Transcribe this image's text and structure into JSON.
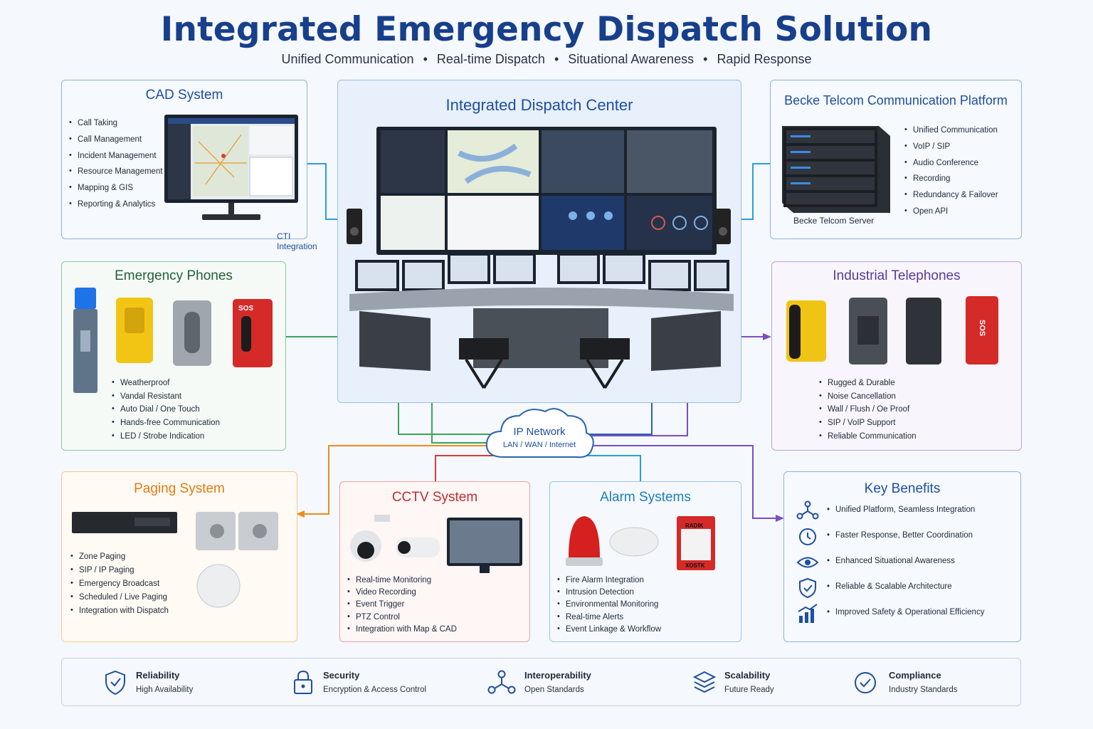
{
  "header": {
    "title": "Integrated Emergency Dispatch Solution",
    "subtitle": [
      "Unified Communication",
      "Real-time Dispatch",
      "Situational Awareness",
      "Rapid Response"
    ],
    "separator": "•"
  },
  "cad": {
    "title": "CAD System",
    "items": [
      "Call Taking",
      "Call Management",
      "Incident Management",
      "Resource Management",
      "Mapping & GIS",
      "Reporting & Analytics"
    ],
    "link_label": "CTI Integration"
  },
  "center": {
    "title": "Integrated Dispatch Center"
  },
  "becke": {
    "title": "Becke Telcom Communication Platform",
    "server_label": "Becke Telcom Server",
    "items": [
      "Unified Communication",
      "VoIP / SIP",
      "Audio Conference",
      "Recording",
      "Redundancy & Failover",
      "Open API"
    ]
  },
  "emergency_phones": {
    "title": "Emergency Phones",
    "items": [
      "Weatherproof",
      "Vandal Resistant",
      "Auto Dial / One Touch",
      "Hands-free Communication",
      "LED / Strobe Indication"
    ],
    "sos_label": "SOS"
  },
  "industrial": {
    "title": "Industrial Telephones",
    "items": [
      "Rugged & Durable",
      "Noise Cancellation",
      "Wall / Flush / Oe Proof",
      "SIP / VoIP Support",
      "Reliable Communication"
    ],
    "sos_label": "SOS"
  },
  "network": {
    "title": "IP Network",
    "subtitle": "LAN / WAN / Internet"
  },
  "paging": {
    "title": "Paging System",
    "items": [
      "Zone Paging",
      "SIP / IP Paging",
      "Emergency Broadcast",
      "Scheduled / Live Paging",
      "Integration with Dispatch"
    ]
  },
  "cctv": {
    "title": "CCTV System",
    "items": [
      "Real-time Monitoring",
      "Video Recording",
      "Event Trigger",
      "PTZ Control",
      "Integration with Map & CAD"
    ]
  },
  "alarm": {
    "title": "Alarm Systems",
    "items": [
      "Fire Alarm Integration",
      "Intrusion Detection",
      "Environmental Monitoring",
      "Real-time Alerts",
      "Event Linkage & Workflow"
    ],
    "device_labels": [
      "RADIK",
      "XOSTK"
    ]
  },
  "benefits": {
    "title": "Key Benefits",
    "items": [
      {
        "icon": "network-icon",
        "text": "Unified Platform, Seamless Integration"
      },
      {
        "icon": "clock-icon",
        "text": "Faster Response, Better Coordination"
      },
      {
        "icon": "eye-icon",
        "text": "Enhanced Situational Awareness"
      },
      {
        "icon": "shield-icon",
        "text": "Reliable & Scalable Architecture"
      },
      {
        "icon": "chart-icon",
        "text": "Improved Safety & Operational Efficiency"
      }
    ]
  },
  "footer": [
    {
      "icon": "shield-icon",
      "title": "Reliability",
      "sub": "High Availability"
    },
    {
      "icon": "lock-icon",
      "title": "Security",
      "sub": "Encryption & Access Control"
    },
    {
      "icon": "network-icon",
      "title": "Interoperability",
      "sub": "Open Standards"
    },
    {
      "icon": "layers-icon",
      "title": "Scalability",
      "sub": "Future Ready"
    },
    {
      "icon": "check-icon",
      "title": "Compliance",
      "sub": "Industry Standards"
    }
  ],
  "colors": {
    "title": "#173f8c",
    "blue": "#2b63b0",
    "green": "#3aa55a",
    "purple": "#7a4fc0",
    "orange": "#f08a1c",
    "red": "#d83a3a",
    "cyan": "#2a9fd6"
  }
}
